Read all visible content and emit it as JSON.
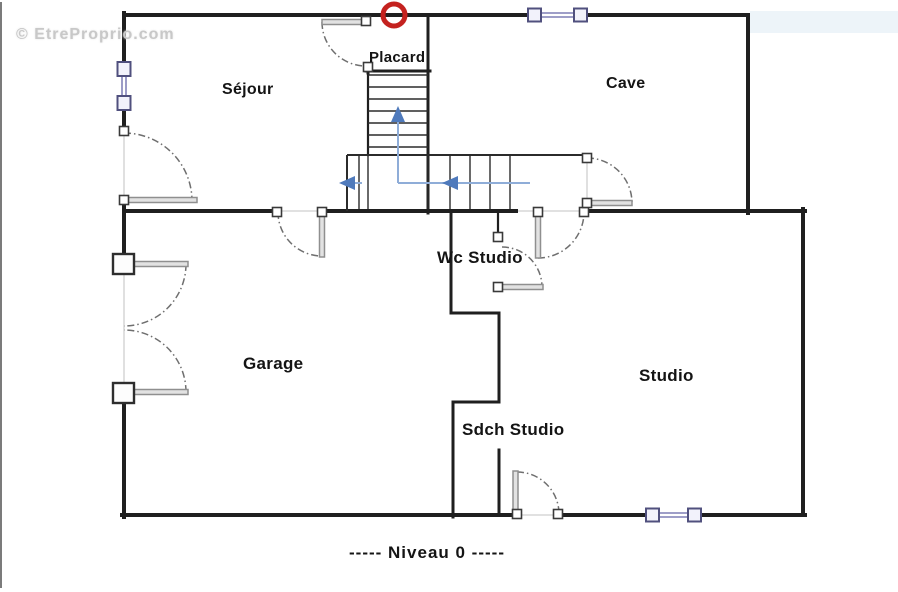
{
  "watermark": {
    "text": "© EtreProprio.com"
  },
  "rooms": {
    "sejour": {
      "label": "Séjour"
    },
    "placard": {
      "label": "Placard"
    },
    "cave": {
      "label": "Cave"
    },
    "wc_studio": {
      "label": "Wc Studio"
    },
    "garage": {
      "label": "Garage"
    },
    "studio": {
      "label": "Studio"
    },
    "sdch_studio": {
      "label": "Sdch Studio"
    }
  },
  "footer": {
    "caption": "-----  Niveau 0  -----"
  },
  "icons": {
    "entry_marker": "red-circle-marker",
    "stair_up_arrow": "arrow-up",
    "stair_left_arrow": "arrow-left",
    "window_symbol": "double-line-window",
    "door_symbol": "quarter-arc-door-swing"
  },
  "colors": {
    "wall": "#1f1f1f",
    "stair": "#2b2b2b",
    "window_frame": "#50507e",
    "window_glass": "#f2f2fb",
    "window_pane": "#9191c1",
    "door_leaf": "#8f8f8f",
    "door_leaf_fill": "#e2e2e2",
    "arc": "#6f6f6f",
    "arrow": "#4f7abc",
    "arrow_shaft": "#8fadd8",
    "marker": "#c4221f",
    "watermark": "#c8c8c8",
    "text": "#141414",
    "threshold": "#cfcfcf",
    "tint": "#edf4f9",
    "frame_border": "#5a5a5a"
  }
}
